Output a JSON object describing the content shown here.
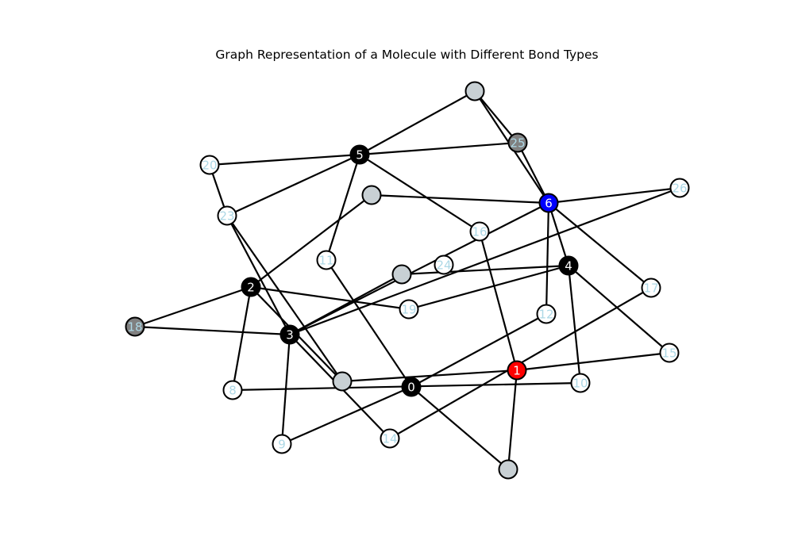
{
  "title": "Graph Representation of a Molecule with Different Bond Types",
  "colors": {
    "carbon": "#000000",
    "oxygen": "#ff0000",
    "nitrogen": "#0000ff",
    "dark_gray": "#808080",
    "light_gray": "#c8d0d4",
    "hydrogen": "#ffffff",
    "edge": "#000000",
    "label_light": "#add8e6",
    "label_on_dark": "#ffffff"
  },
  "nodes": [
    {
      "id": "n0",
      "label": "0",
      "type": "carbon"
    },
    {
      "id": "n1",
      "label": "1",
      "type": "oxygen"
    },
    {
      "id": "n2",
      "label": "2",
      "type": "carbon"
    },
    {
      "id": "n3",
      "label": "3",
      "type": "carbon"
    },
    {
      "id": "n4",
      "label": "4",
      "type": "carbon"
    },
    {
      "id": "n5",
      "label": "5",
      "type": "carbon"
    },
    {
      "id": "n6",
      "label": "6",
      "type": "nitrogen"
    },
    {
      "id": "n8",
      "label": "8",
      "type": "hydrogen"
    },
    {
      "id": "n9",
      "label": "9",
      "type": "hydrogen"
    },
    {
      "id": "n10",
      "label": "10",
      "type": "hydrogen"
    },
    {
      "id": "n11",
      "label": "11",
      "type": "hydrogen"
    },
    {
      "id": "n12",
      "label": "12",
      "type": "hydrogen"
    },
    {
      "id": "n14",
      "label": "14",
      "type": "hydrogen"
    },
    {
      "id": "n15",
      "label": "15",
      "type": "hydrogen"
    },
    {
      "id": "n16",
      "label": "16",
      "type": "hydrogen"
    },
    {
      "id": "n17",
      "label": "17",
      "type": "hydrogen"
    },
    {
      "id": "n18",
      "label": "18",
      "type": "dark_gray"
    },
    {
      "id": "n19",
      "label": "19",
      "type": "hydrogen"
    },
    {
      "id": "n20",
      "label": "20",
      "type": "hydrogen"
    },
    {
      "id": "n23",
      "label": "23",
      "type": "hydrogen"
    },
    {
      "id": "n24",
      "label": "24",
      "type": "hydrogen"
    },
    {
      "id": "n25",
      "label": "25",
      "type": "dark_gray"
    },
    {
      "id": "n26",
      "label": "26",
      "type": "hydrogen"
    },
    {
      "id": "gTop",
      "label": "",
      "type": "light_gray"
    },
    {
      "id": "gUpper",
      "label": "",
      "type": "light_gray"
    },
    {
      "id": "gMid",
      "label": "",
      "type": "light_gray"
    },
    {
      "id": "gLeft",
      "label": "",
      "type": "light_gray"
    },
    {
      "id": "gBottom",
      "label": "",
      "type": "light_gray"
    }
  ],
  "edges": [
    [
      "n5",
      "gTop"
    ],
    [
      "gTop",
      "n25"
    ],
    [
      "gTop",
      "n6"
    ],
    [
      "n5",
      "n25"
    ],
    [
      "n25",
      "n6"
    ],
    [
      "n5",
      "n20"
    ],
    [
      "n5",
      "n23"
    ],
    [
      "n5",
      "n11"
    ],
    [
      "n5",
      "n16"
    ],
    [
      "n20",
      "n23"
    ],
    [
      "n23",
      "n3"
    ],
    [
      "n23",
      "gLeft"
    ],
    [
      "gUpper",
      "n6"
    ],
    [
      "gUpper",
      "n2"
    ],
    [
      "n6",
      "n26"
    ],
    [
      "n6",
      "n4"
    ],
    [
      "n6",
      "n17"
    ],
    [
      "n6",
      "n12"
    ],
    [
      "n6",
      "n3"
    ],
    [
      "n26",
      "n3"
    ],
    [
      "gMid",
      "n4"
    ],
    [
      "gMid",
      "n3"
    ],
    [
      "n19",
      "n4"
    ],
    [
      "n4",
      "n15"
    ],
    [
      "n4",
      "n10"
    ],
    [
      "n2",
      "n19"
    ],
    [
      "n2",
      "n18"
    ],
    [
      "n2",
      "n8"
    ],
    [
      "n2",
      "gLeft"
    ],
    [
      "n18",
      "n3"
    ],
    [
      "n3",
      "n9"
    ],
    [
      "n3",
      "n14"
    ],
    [
      "n11",
      "n0"
    ],
    [
      "n16",
      "n1"
    ],
    [
      "n12",
      "n0"
    ],
    [
      "n17",
      "n14"
    ],
    [
      "gLeft",
      "n1"
    ],
    [
      "n1",
      "n15"
    ],
    [
      "n1",
      "gBottom"
    ],
    [
      "n8",
      "n10"
    ],
    [
      "n0",
      "n9"
    ],
    [
      "n0",
      "gBottom"
    ]
  ]
}
